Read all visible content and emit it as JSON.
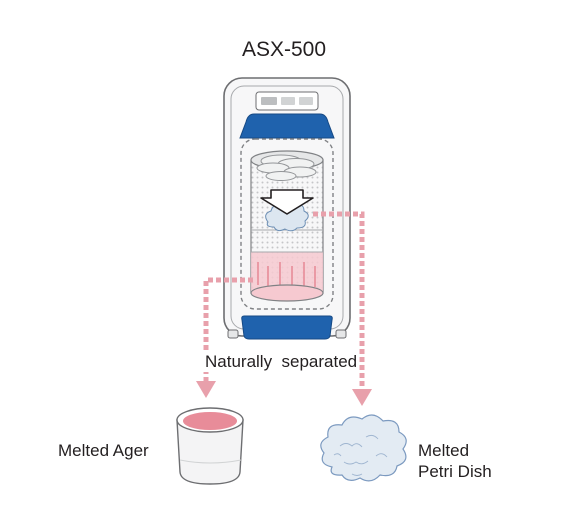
{
  "diagram": {
    "title": "ASX-500",
    "separation_label": "Naturally  separated",
    "left_output": "Melted Ager",
    "right_output_line1": "Melted",
    "right_output_line2": "Petri Dish"
  },
  "colors": {
    "machine_blue": "#1f62ad",
    "arrow_pink": "#e8a0ab",
    "agar_pink": "#e88c99",
    "outline": "#6d6e71",
    "petri_blue": "#c7d6e6"
  }
}
